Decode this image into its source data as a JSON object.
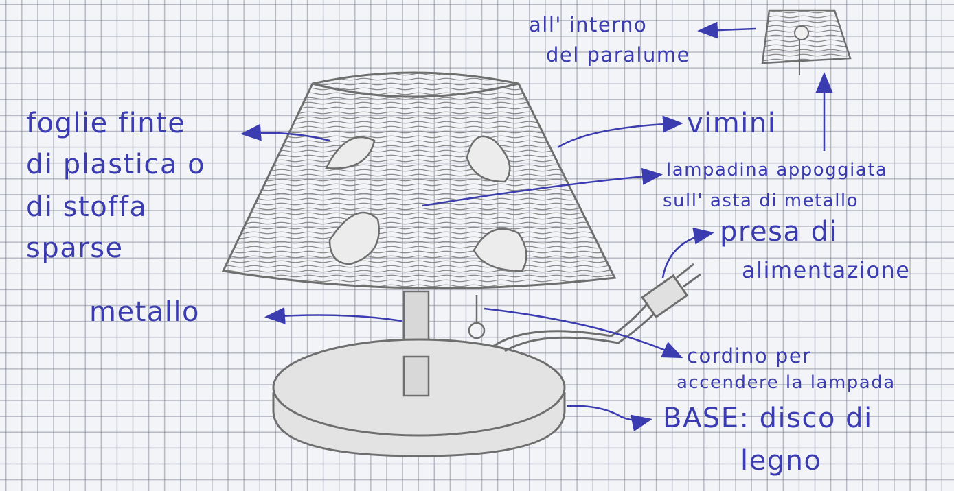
{
  "colors": {
    "ink": "#3b3cb0",
    "pencil": "#6e6e6e",
    "paper": "#f3f4f7",
    "grid": "#6e7387"
  },
  "labels": {
    "foglie_line1": "foglie finte",
    "foglie_line2": "di plastica o",
    "foglie_line3": "di stoffa",
    "foglie_line4": "sparse",
    "vimini": "vimini",
    "lampadina_line1": "lampadina appoggiata",
    "lampadina_line2": "sull' asta di metallo",
    "interno_line1": "all' interno",
    "interno_line2": "del paralume",
    "presa_line1": "presa di",
    "presa_line2": "alimentazione",
    "metallo": "metallo",
    "cordino_line1": "cordino per",
    "cordino_line2": "accendere la lampada",
    "base_line1": "BASE: disco di",
    "base_line2": "legno"
  }
}
